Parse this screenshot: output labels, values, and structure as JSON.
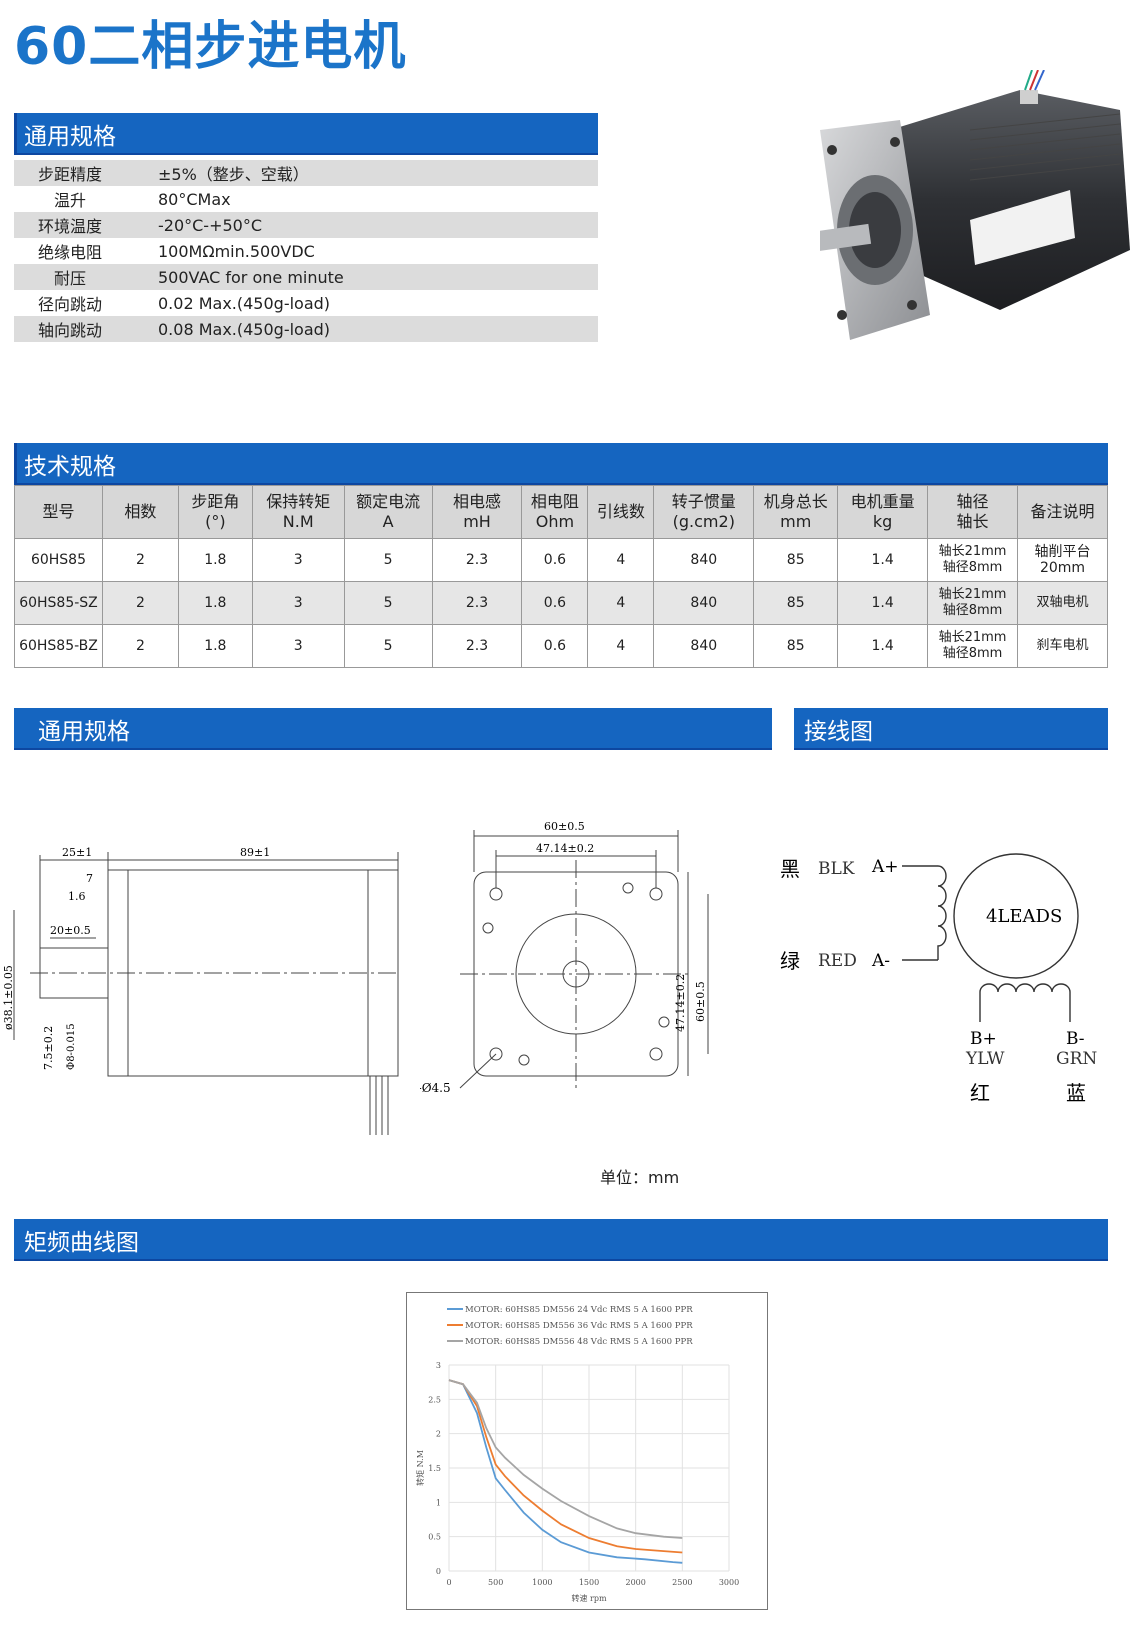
{
  "page_title": "60二相步进电机",
  "section_general": "通用规格",
  "general_specs": [
    {
      "key": "步距精度",
      "value": "±5%（整步、空载）"
    },
    {
      "key": "温升",
      "value": "80°CMax"
    },
    {
      "key": "环境温度",
      "value": "-20°C-+50°C"
    },
    {
      "key": "绝缘电阻",
      "value": "100MΩmin.500VDC"
    },
    {
      "key": "耐压",
      "value": "500VAC for one minute"
    },
    {
      "key": "径向跳动",
      "value": "0.02 Max.(450g-load)"
    },
    {
      "key": "轴向跳动",
      "value": "0.08 Max.(450g-load)"
    }
  ],
  "section_tech": "技术规格",
  "tech_headers": [
    [
      "型号",
      ""
    ],
    [
      "相数",
      ""
    ],
    [
      "步距角",
      "(°)"
    ],
    [
      "保持转矩",
      "N.M"
    ],
    [
      "额定电流",
      "A"
    ],
    [
      "相电感",
      "mH"
    ],
    [
      "相电阻",
      "Ohm"
    ],
    [
      "引线数",
      ""
    ],
    [
      "转子惯量",
      "(g.cm2)"
    ],
    [
      "机身总长",
      "mm"
    ],
    [
      "电机重量",
      "kg"
    ],
    [
      "轴径",
      "轴长"
    ],
    [
      "备注说明",
      ""
    ]
  ],
  "tech_rows": [
    [
      "60HS85",
      "2",
      "1.8",
      "3",
      "5",
      "2.3",
      "0.6",
      "4",
      "840",
      "85",
      "1.4",
      "轴长21mm",
      "轴径8mm",
      "轴削平台",
      "20mm"
    ],
    [
      "60HS85-SZ",
      "2",
      "1.8",
      "3",
      "5",
      "2.3",
      "0.6",
      "4",
      "840",
      "85",
      "1.4",
      "轴长21mm",
      "轴径8mm",
      "双轴电机",
      ""
    ],
    [
      "60HS85-BZ",
      "2",
      "1.8",
      "3",
      "5",
      "2.3",
      "0.6",
      "4",
      "840",
      "85",
      "1.4",
      "轴长21mm",
      "轴径8mm",
      "刹车电机",
      ""
    ]
  ],
  "section_dims": "通用规格",
  "section_wiring": "接线图",
  "dims": {
    "side_25": "25±1",
    "side_7": "7",
    "side_16": "1.6",
    "side_89": "89±1",
    "side_20": "20±0.5",
    "side_38": "ø38.1±0.05",
    "side_75": "7.5±0.2",
    "side_8": "Φ8-0.015",
    "front_60": "60±0.5",
    "front_47": "47.14±0.2",
    "front_47v": "47.14±0.2",
    "front_60v": "60±0.5",
    "front_holes": "4-Ø4.5"
  },
  "wiring": {
    "black_cn": "黑",
    "black_en": "BLK",
    "a_plus": "A+",
    "green_cn": "绿",
    "green_en": "RED",
    "a_minus": "A-",
    "leads": "4LEADS",
    "b_plus": "B+",
    "b_plus_color": "YLW",
    "b_plus_cn": "红",
    "b_minus": "B-",
    "b_minus_color": "GRN",
    "b_minus_cn": "蓝"
  },
  "unit_label": "单位：mm",
  "section_curve": "矩频曲线图",
  "chart_data": {
    "type": "line",
    "xlabel": "转速 rpm",
    "ylabel": "转矩 N.M",
    "xlim": [
      0,
      3000
    ],
    "ylim": [
      0,
      3
    ],
    "xticks": [
      "0",
      "500",
      "1000",
      "1500",
      "2000",
      "2500",
      "3000"
    ],
    "yticks": [
      "0",
      "0.5",
      "1",
      "1.5",
      "2",
      "2.5",
      "3"
    ],
    "series": [
      {
        "name": "MOTOR:   60HS85   DM556  24 Vdc   RMS 5 A   1600 PPR",
        "color": "#5b9bd5",
        "x": [
          0,
          150,
          300,
          400,
          500,
          600,
          800,
          1000,
          1200,
          1500,
          1800,
          2100,
          2400,
          2500
        ],
        "y": [
          2.78,
          2.72,
          2.3,
          1.8,
          1.35,
          1.18,
          0.85,
          0.6,
          0.42,
          0.27,
          0.2,
          0.17,
          0.13,
          0.12
        ]
      },
      {
        "name": "MOTOR:   60HS85   DM556  36 Vdc   RMS 5 A   1600 PPR",
        "color": "#ed7d31",
        "x": [
          0,
          150,
          300,
          400,
          500,
          600,
          800,
          1000,
          1200,
          1500,
          1800,
          2000,
          2300,
          2500
        ],
        "y": [
          2.78,
          2.72,
          2.4,
          1.95,
          1.55,
          1.38,
          1.1,
          0.88,
          0.68,
          0.48,
          0.36,
          0.32,
          0.29,
          0.27
        ]
      },
      {
        "name": "MOTOR:   60HS85   DM556  48 Vdc   RMS 5 A   1600 PPR",
        "color": "#a5a5a5",
        "x": [
          0,
          150,
          300,
          400,
          500,
          600,
          800,
          1000,
          1200,
          1500,
          1800,
          2000,
          2300,
          2500
        ],
        "y": [
          2.78,
          2.72,
          2.45,
          2.08,
          1.8,
          1.65,
          1.4,
          1.2,
          1.02,
          0.8,
          0.62,
          0.55,
          0.5,
          0.48
        ]
      }
    ]
  }
}
